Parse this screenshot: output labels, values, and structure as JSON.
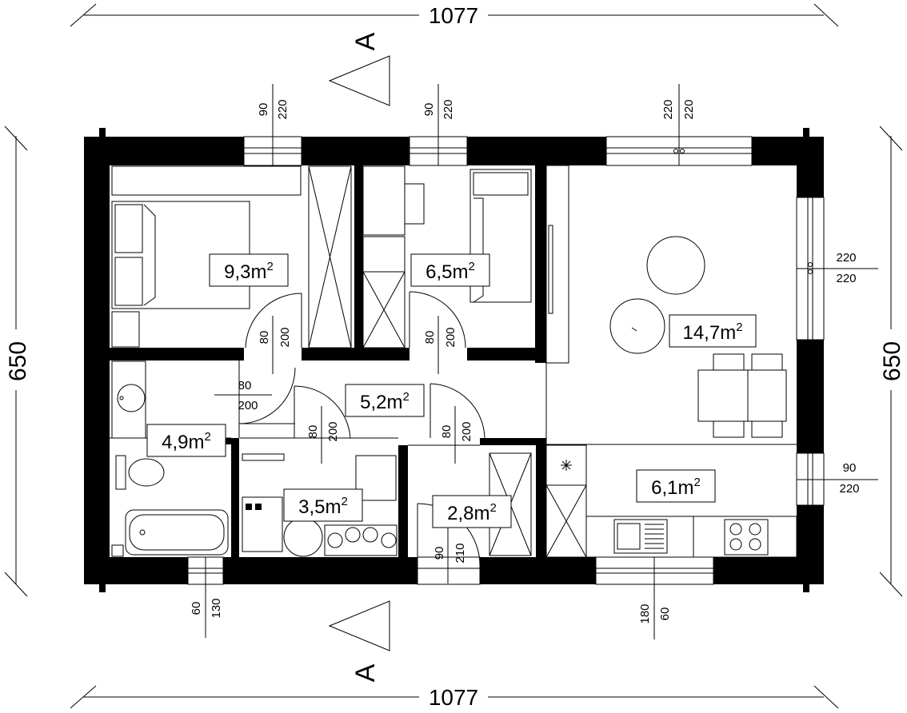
{
  "plan": {
    "overall_width": "1077",
    "overall_depth": "650",
    "section_marker": "A",
    "rooms": [
      {
        "id": "bedroom",
        "area": "9,3",
        "unit": "m",
        "exp": "2"
      },
      {
        "id": "child-room",
        "area": "6,5",
        "unit": "m",
        "exp": "2"
      },
      {
        "id": "living-room",
        "area": "14,7",
        "unit": "m",
        "exp": "2"
      },
      {
        "id": "hall",
        "area": "5,2",
        "unit": "m",
        "exp": "2"
      },
      {
        "id": "bathroom",
        "area": "4,9",
        "unit": "m",
        "exp": "2"
      },
      {
        "id": "utility-room",
        "area": "3,5",
        "unit": "m",
        "exp": "2"
      },
      {
        "id": "entrance",
        "area": "2,8",
        "unit": "m",
        "exp": "2"
      },
      {
        "id": "kitchen",
        "area": "6,1",
        "unit": "m",
        "exp": "2"
      }
    ],
    "windows": [
      {
        "id": "bedroom-window",
        "w": "90",
        "h": "220"
      },
      {
        "id": "child-window",
        "w": "90",
        "h": "220"
      },
      {
        "id": "living-top-window",
        "w": "220",
        "h": "220"
      },
      {
        "id": "living-side-window",
        "w": "220",
        "h": "220"
      },
      {
        "id": "kitchen-side-window",
        "w": "90",
        "h": "220"
      },
      {
        "id": "kitchen-bottom-window",
        "w": "180",
        "h": "60"
      },
      {
        "id": "bathroom-window",
        "w": "60",
        "h": "130"
      }
    ],
    "doors": [
      {
        "id": "bedroom-door",
        "w": "80",
        "h": "200"
      },
      {
        "id": "child-door",
        "w": "80",
        "h": "200"
      },
      {
        "id": "bathroom-door",
        "w": "80",
        "h": "200"
      },
      {
        "id": "utility-door",
        "w": "80",
        "h": "200"
      },
      {
        "id": "entrance-inner-door",
        "w": "80",
        "h": "200"
      },
      {
        "id": "entrance-door",
        "w": "90",
        "h": "210"
      }
    ]
  }
}
